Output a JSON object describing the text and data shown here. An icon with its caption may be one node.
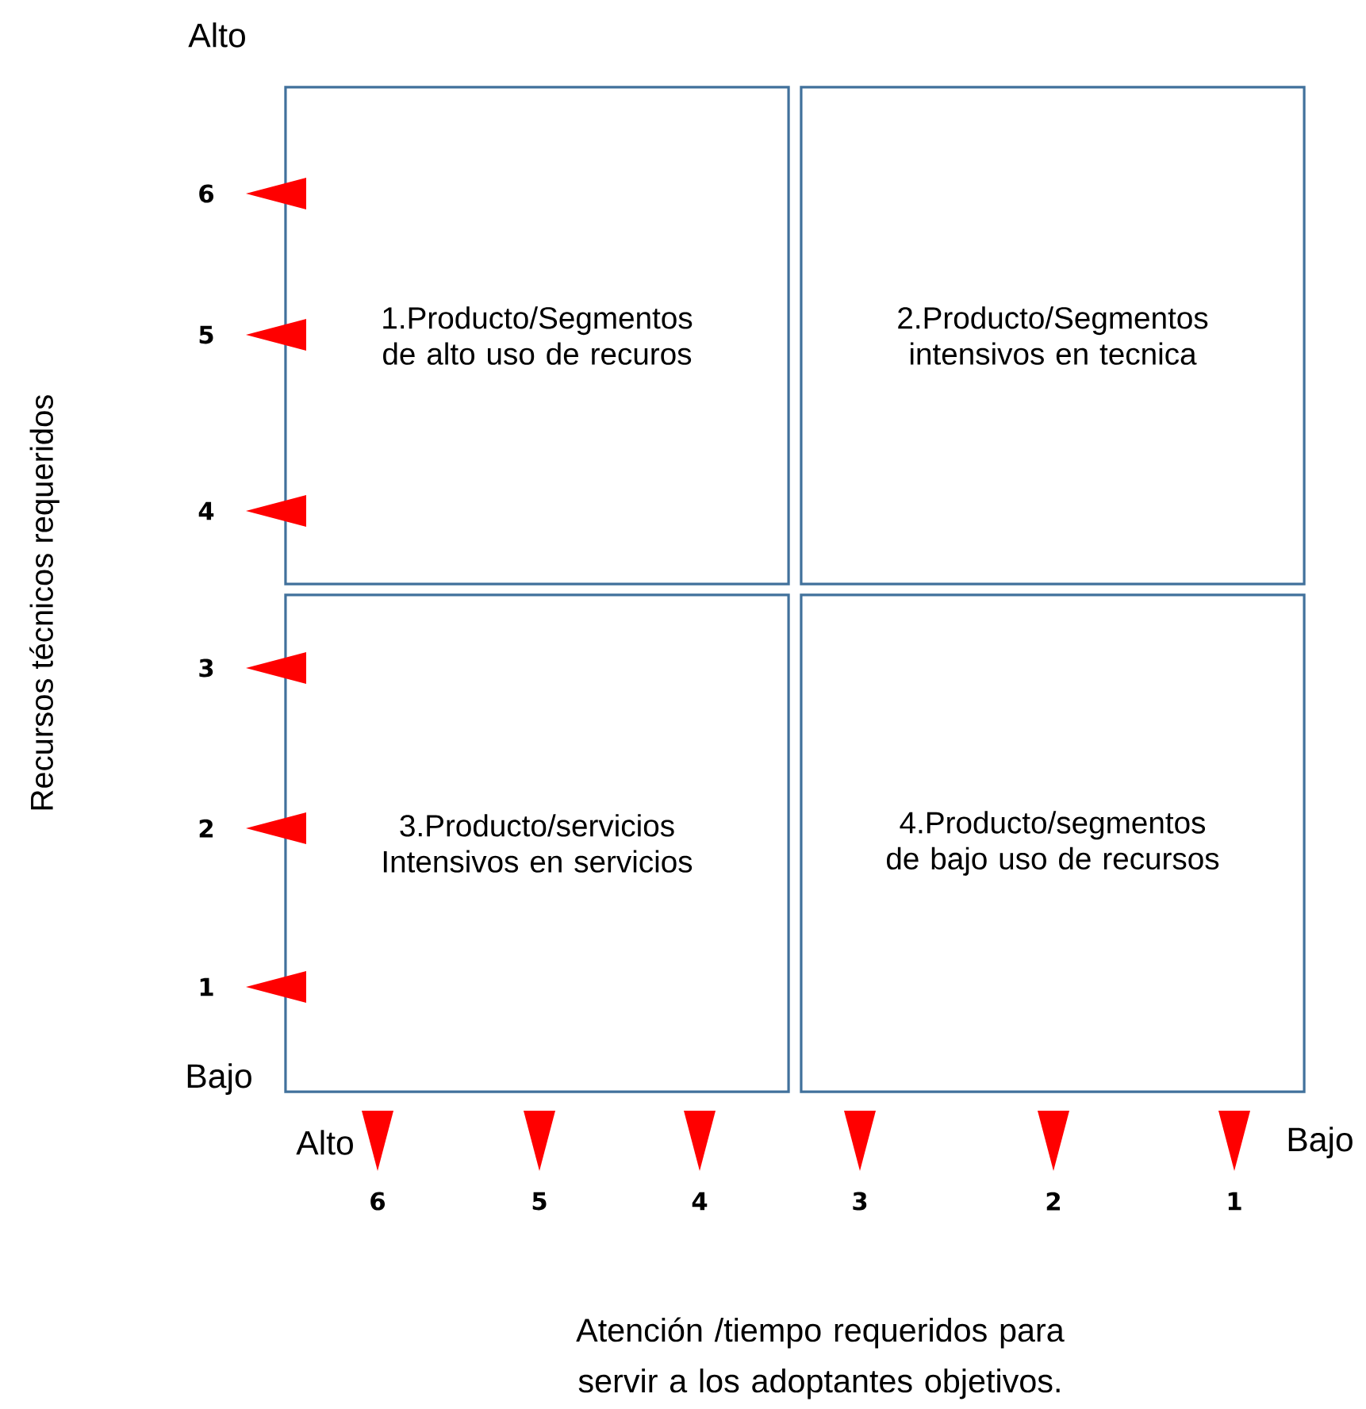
{
  "diagram": {
    "nodes": [
      {
        "text": [
          "1.Producto/Segmentos de alto uso de recuros"
        ]
      },
      {
        "text": [
          "2.Producto/Segmentos intensivos en tecnica"
        ]
      },
      {
        "text": [
          "3.Producto/servicios Intensivos en servicios"
        ]
      },
      {
        "text": [
          "4.Producto/segmentos de bajo uso de recursos"
        ]
      }
    ],
    "labels": [
      "Alto",
      "6",
      "5",
      "4",
      "3",
      "2",
      "1",
      "Bajo",
      "Recursos técnicos requeridos",
      "Alto",
      "Bajo",
      "6",
      "5",
      "4",
      "3",
      "2",
      "1",
      "Atención /tiempo requeridos para servir a los adoptantes objetivos."
    ]
  }
}
